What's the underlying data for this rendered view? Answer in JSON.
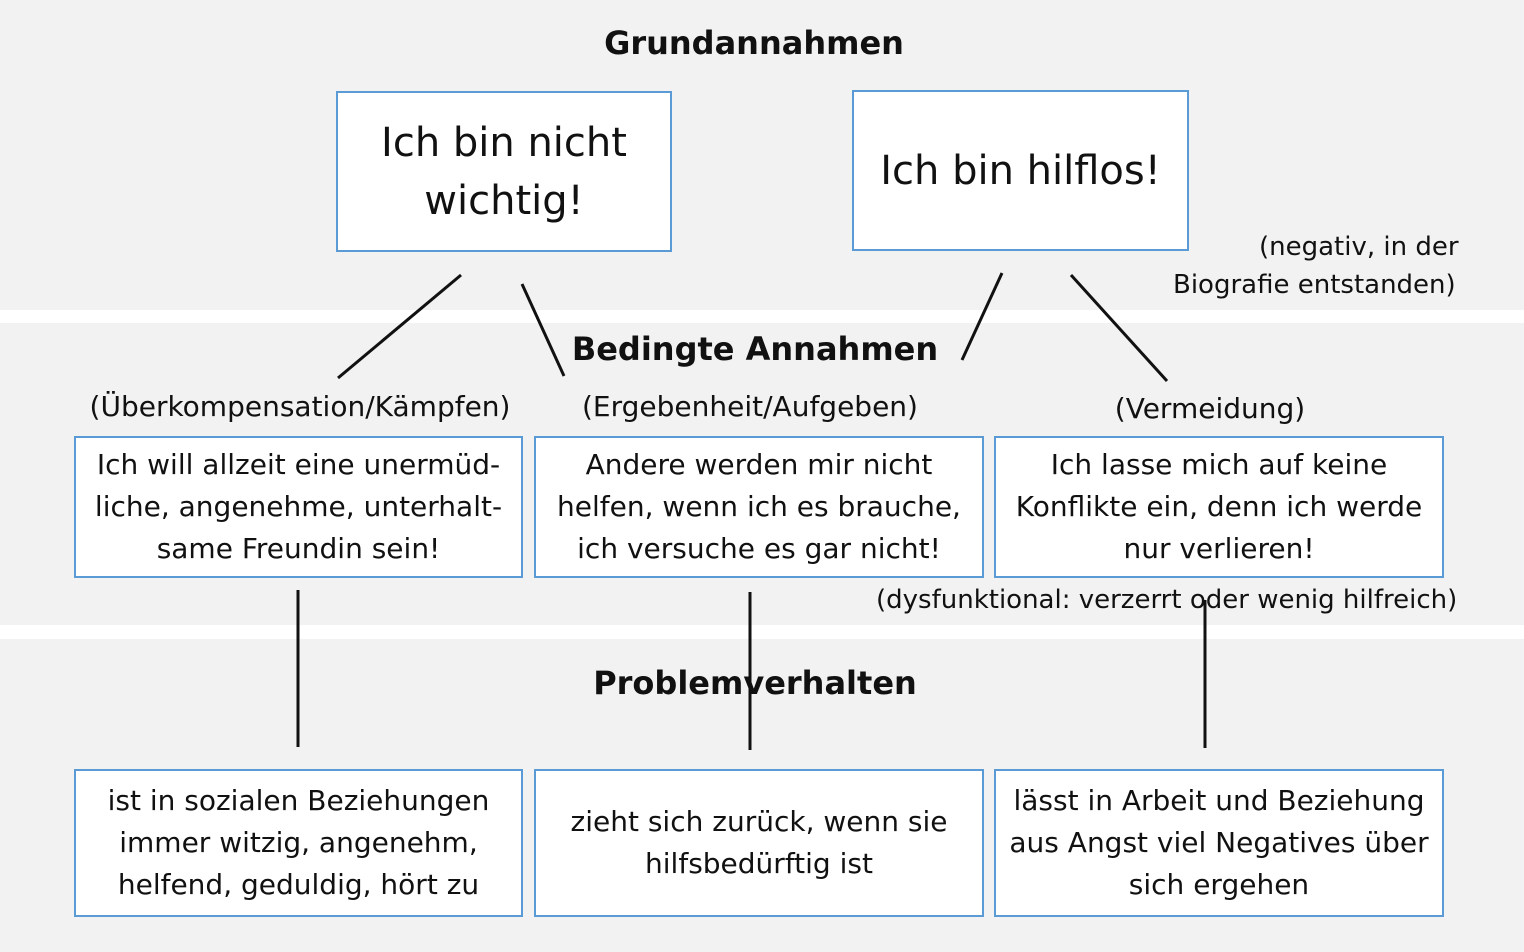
{
  "sections": {
    "core": "Grundannahmen",
    "conditional": "Bedingte Annahmen",
    "behavior": "Problemverhalten"
  },
  "core_beliefs": [
    "Ich bin nicht\nwichtig!",
    "Ich bin hilflos!"
  ],
  "notes": {
    "core_note_line1": "(negativ, in der",
    "core_note_line2": "Biografie entstanden)",
    "conditional_note": "(dysfunktional: verzerrt oder wenig hilfreich)"
  },
  "strategies": [
    {
      "label": "(Überkompensation/Kämpfen)",
      "belief": "Ich will allzeit eine unermüd-\nliche, angenehme, unterhalt-\nsame Freundin sein!",
      "behavior": "ist in sozialen Beziehungen\nimmer witzig, angenehm,\nhelfend, geduldig, hört zu"
    },
    {
      "label": "(Ergebenheit/Aufgeben)",
      "belief": "Andere werden mir nicht\nhelfen, wenn ich es brauche,\nich versuche es gar nicht!",
      "behavior": "zieht sich zurück, wenn sie\nhilfsbedürftig ist"
    },
    {
      "label": "(Vermeidung)",
      "belief": "Ich lasse mich auf keine\nKonflikte ein, denn ich werde\nnur verlieren!",
      "behavior": "lässt in Arbeit und Beziehung\naus Angst viel Negatives über\nsich ergehen"
    }
  ],
  "colors": {
    "box_border": "#5b9bd5",
    "band_background": "#f2f2f2"
  }
}
